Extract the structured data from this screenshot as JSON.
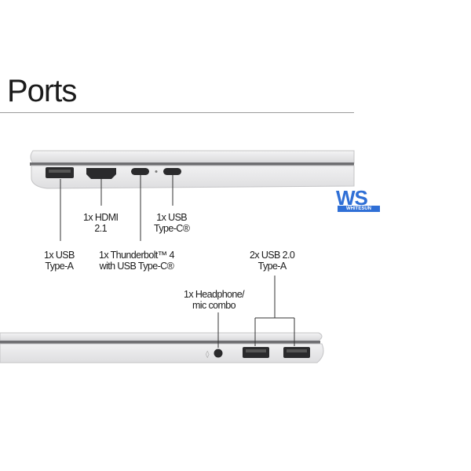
{
  "title": "Ports",
  "colors": {
    "accent_logo": "#2f6fd6",
    "rule": "#9a9a9a",
    "laptop_silver": "#e4e4e6"
  },
  "left_side_ports": {
    "usb_a": {
      "line1": "1x USB",
      "line2": "Type-A"
    },
    "hdmi": {
      "line1": "1x HDMI",
      "line2": "2.1"
    },
    "thunderbolt": {
      "line1": "1x Thunderbolt™ 4",
      "line2": "with USB Type-C®"
    },
    "usb_c": {
      "line1": "1x USB",
      "line2": "Type-C®"
    }
  },
  "right_side_ports": {
    "headphone": {
      "line1": "1x Headphone/",
      "line2": "mic combo"
    },
    "usb2": {
      "line1": "2x USB 2.0",
      "line2": "Type-A"
    }
  },
  "watermark": {
    "mark": "WS",
    "sub": "WHITESUN"
  }
}
